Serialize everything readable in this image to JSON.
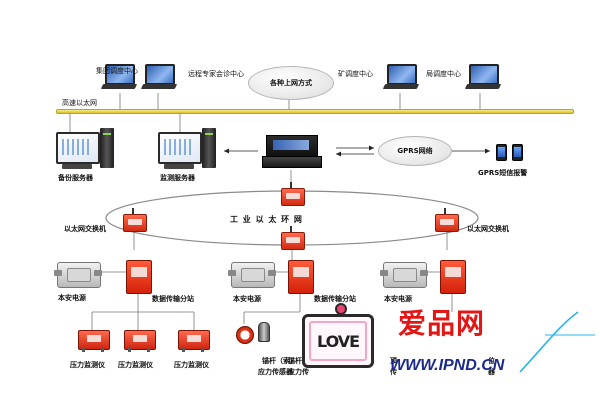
{
  "nodes": {
    "group_center": "集团调度中心",
    "expert_center": "远程专家会诊中心",
    "internet_methods": "各种上网方式",
    "mine_center": "矿调度中心",
    "bureau_center": "局调度中心",
    "backbone": "高速以太网",
    "backup_server": "备份服务器",
    "monitor_server": "监测服务器",
    "gprs_network": "GPRS网络",
    "gprs_sms": "GPRS短信报警",
    "eth_switch_left": "以太网交换机",
    "eth_switch_right": "以太网交换机",
    "ring_network": "工 业 以 太 环 网",
    "power_1": "本安电源",
    "station_1": "数据传输分站",
    "power_2": "本安电源",
    "station_2": "数据传输分站",
    "power_3": "本安电源",
    "pressure_1": "压力监测仪",
    "pressure_2": "压力监测仪",
    "pressure_3": "压力监测仪",
    "anchor_sensor_1a": "锚杆（索）",
    "anchor_sensor_1b": "应力传感器",
    "anchor_sensor_2a": "锚杆（索",
    "anchor_sensor_2b": "应力传",
    "roof_sensor_a": "顶",
    "roof_sensor_b": "传",
    "partial_a": "位",
    "partial_b": "器"
  },
  "watermark": {
    "badge_text": "LOVE",
    "brand_cn": "爱品网",
    "brand_url": "WWW.IPND.CN"
  },
  "colors": {
    "bus": "#e0cc3c",
    "device_red": "#d8280f",
    "brand_red": "#e31616",
    "brand_blue": "#1a2a8c"
  }
}
